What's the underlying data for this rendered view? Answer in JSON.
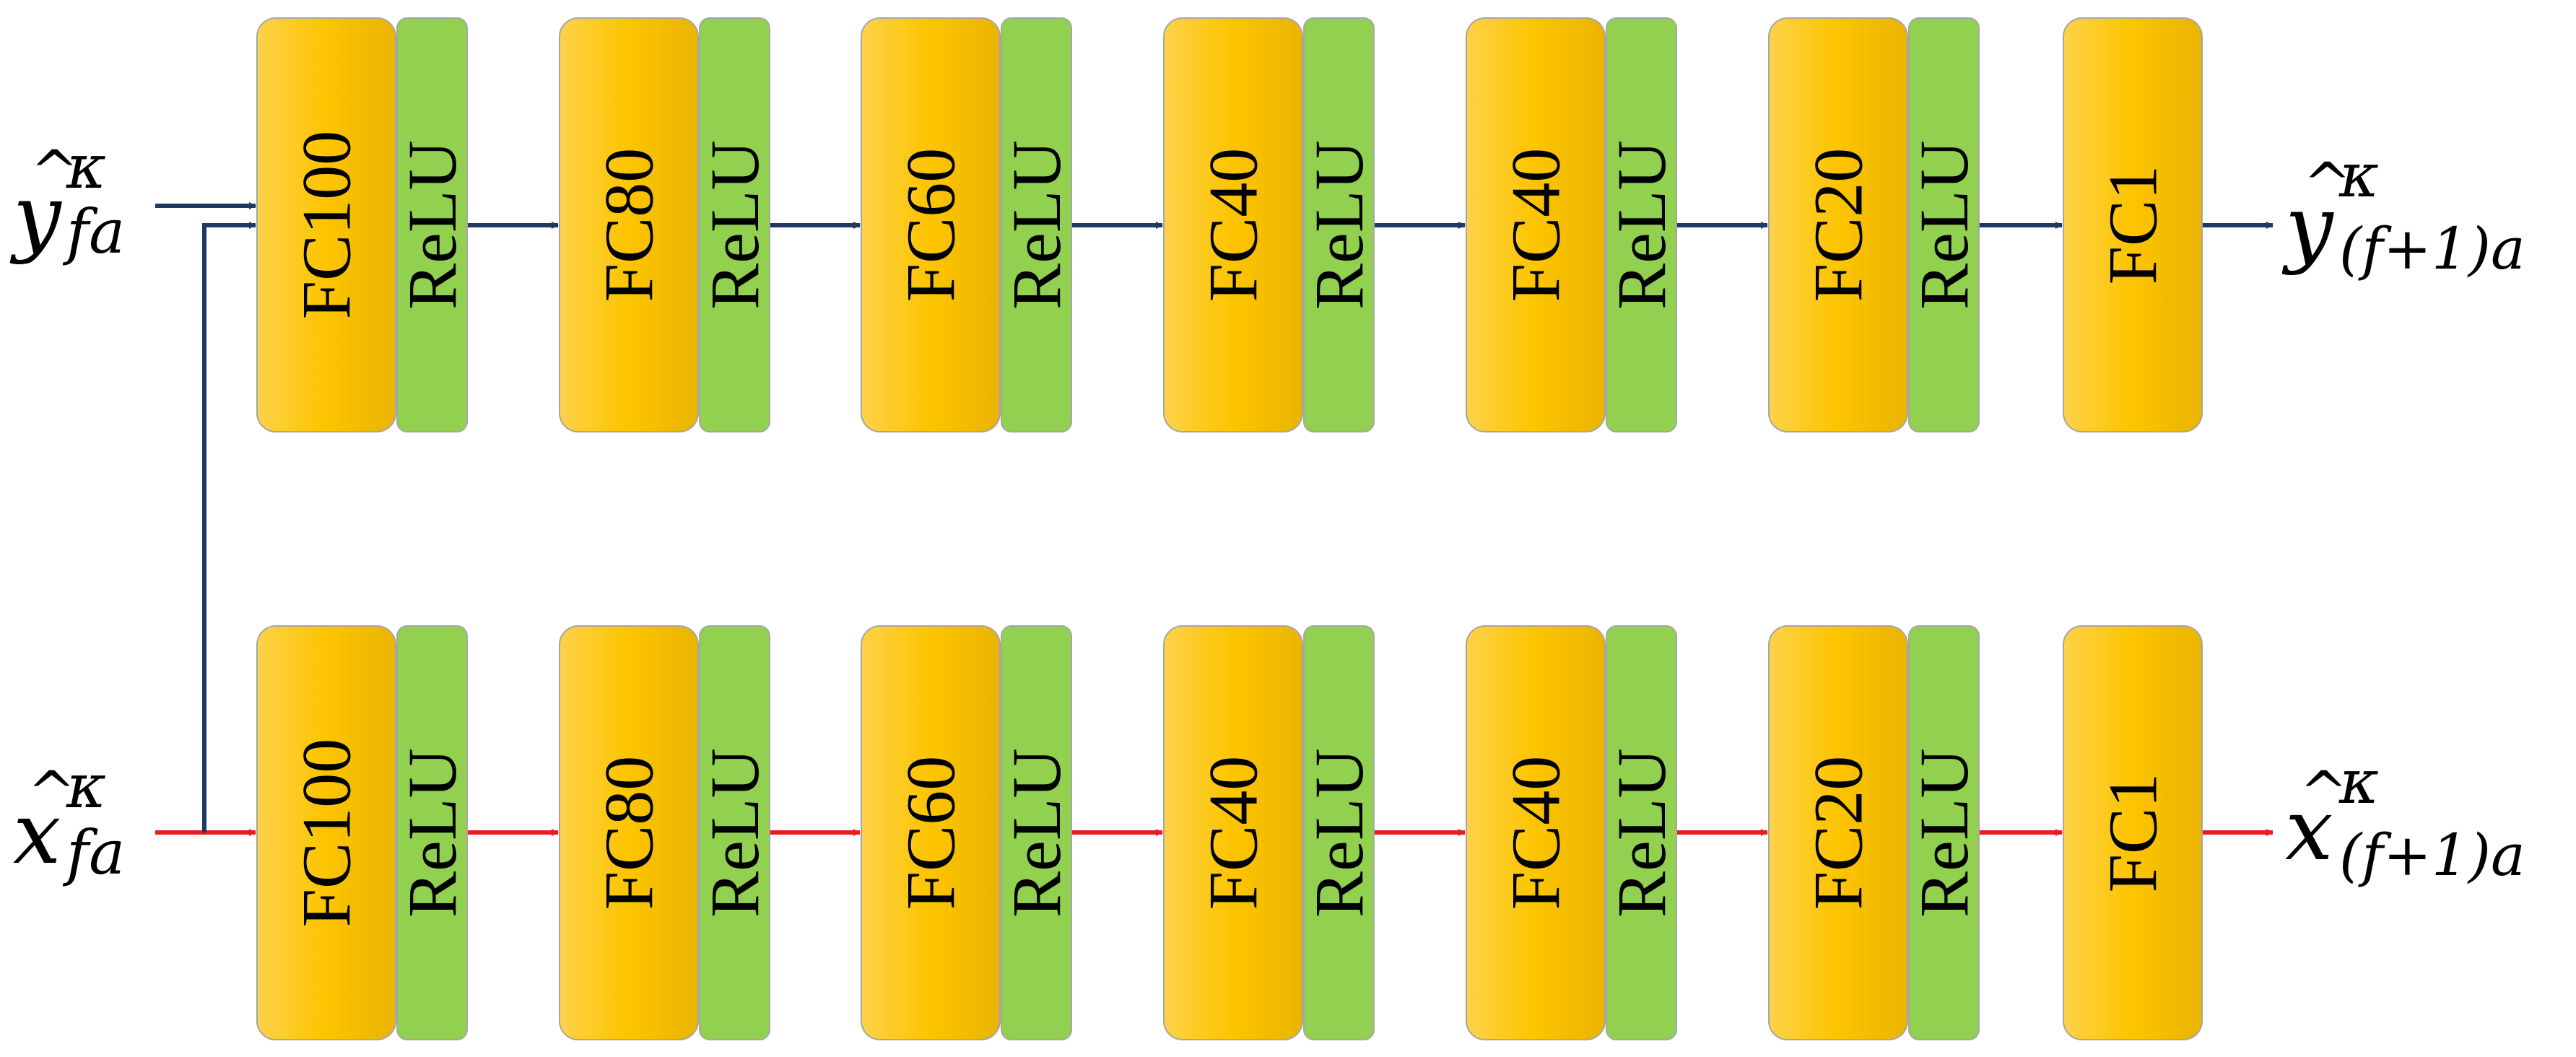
{
  "inputs": {
    "top": {
      "base": "y",
      "accent": "^",
      "superscript": "κ",
      "subscript": "fa"
    },
    "bottom": {
      "base": "x",
      "accent": "^",
      "superscript": "κ",
      "subscript": "fa"
    }
  },
  "outputs": {
    "top": {
      "base": "y",
      "accent": "^",
      "superscript": "κ",
      "subscript": "(f+1)a"
    },
    "bottom": {
      "base": "x",
      "accent": "^",
      "superscript": "κ",
      "subscript": "(f+1)a"
    }
  },
  "rows": [
    {
      "id": "top",
      "arrow_color": "#1f3864",
      "layers": [
        {
          "fc": "FC100",
          "act": "ReLU"
        },
        {
          "fc": "FC80",
          "act": "ReLU"
        },
        {
          "fc": "FC60",
          "act": "ReLU"
        },
        {
          "fc": "FC40",
          "act": "ReLU"
        },
        {
          "fc": "FC40",
          "act": "ReLU"
        },
        {
          "fc": "FC20",
          "act": "ReLU"
        },
        {
          "fc": "FC1",
          "act": ""
        }
      ]
    },
    {
      "id": "bottom",
      "arrow_color": "#e41e1e",
      "layers": [
        {
          "fc": "FC100",
          "act": "ReLU"
        },
        {
          "fc": "FC80",
          "act": "ReLU"
        },
        {
          "fc": "FC60",
          "act": "ReLU"
        },
        {
          "fc": "FC40",
          "act": "ReLU"
        },
        {
          "fc": "FC40",
          "act": "ReLU"
        },
        {
          "fc": "FC20",
          "act": "ReLU"
        },
        {
          "fc": "FC1",
          "act": ""
        }
      ]
    }
  ],
  "colors": {
    "fc_light": "#fdd24a",
    "fc_dark": "#eab400",
    "relu": "#92d050",
    "block_border": "#a6a6a6"
  }
}
